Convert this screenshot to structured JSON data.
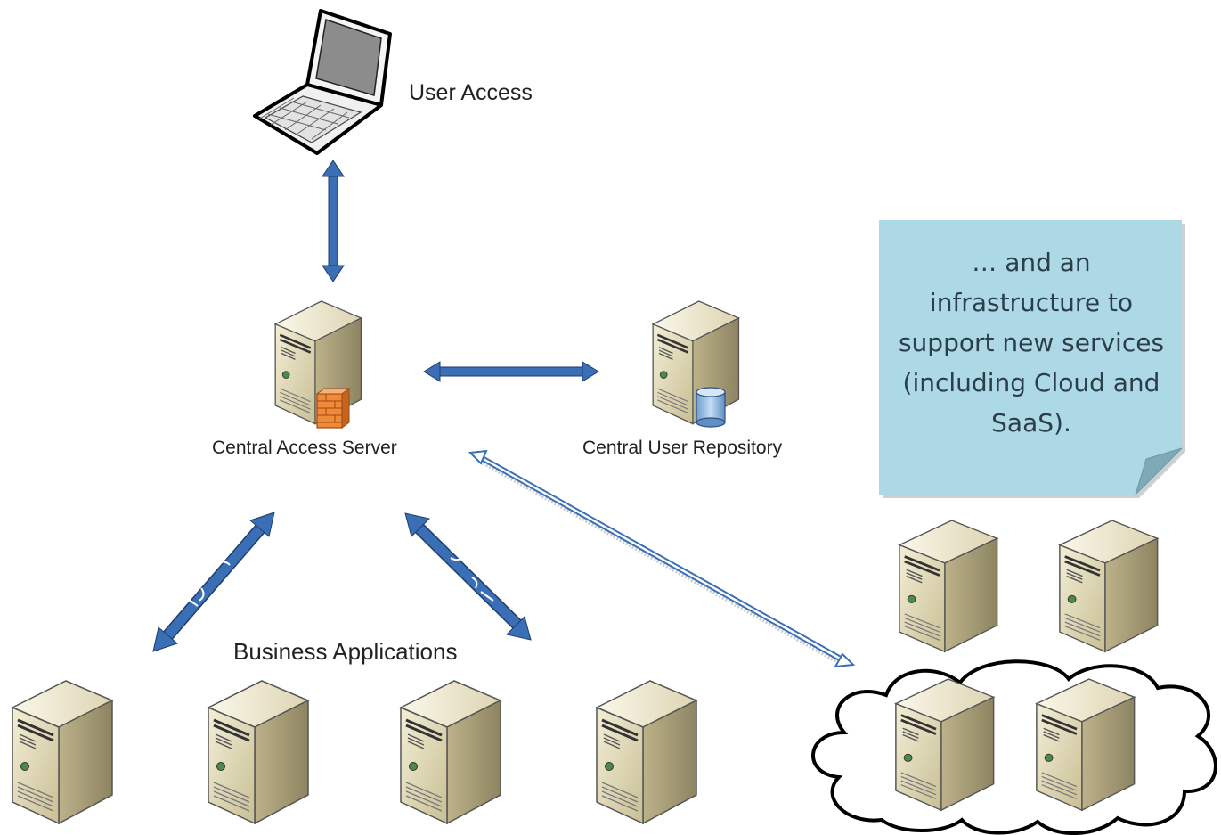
{
  "labels": {
    "user_access": "User Access",
    "central_access_server": "Central Access Server",
    "central_user_repository": "Central User Repository",
    "business_applications": "Business Applications"
  },
  "note": {
    "text": "… and an infrastructure to support new services (including Cloud and SaaS).",
    "color": "#add8e6"
  },
  "colors": {
    "arrow": "#3a6fb5",
    "server_body": "#d8cfa8",
    "server_shadow": "#9c9270",
    "cloud_stroke": "#000000"
  },
  "icons": {
    "laptop": "laptop-icon",
    "server": "server-icon",
    "database": "database-icon",
    "firewall": "firewall-icon",
    "cloud": "cloud-icon"
  }
}
